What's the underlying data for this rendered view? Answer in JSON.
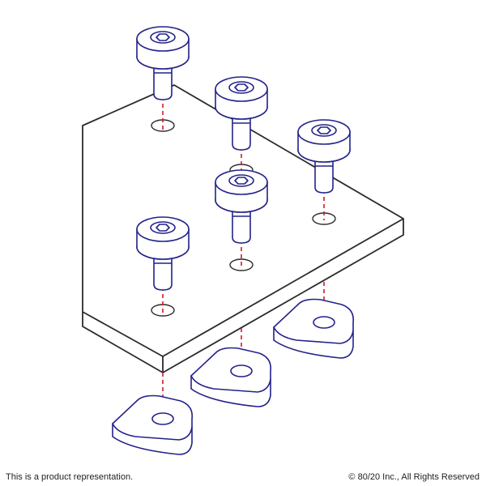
{
  "caption": {
    "left": "This is a product representation.",
    "right": "© 80/20 Inc., All Rights Reserved"
  },
  "colors": {
    "plate_outline": "#2b2b2b",
    "fastener_outline": "#22228a",
    "guide_line": "#d11a2a",
    "background": "#ffffff"
  },
  "icons": {
    "screw": "button-head-socket-cap-screw-icon",
    "nut": "economy-t-nut-icon"
  },
  "parts": {
    "screw_count": 5,
    "nut_count": 3
  }
}
